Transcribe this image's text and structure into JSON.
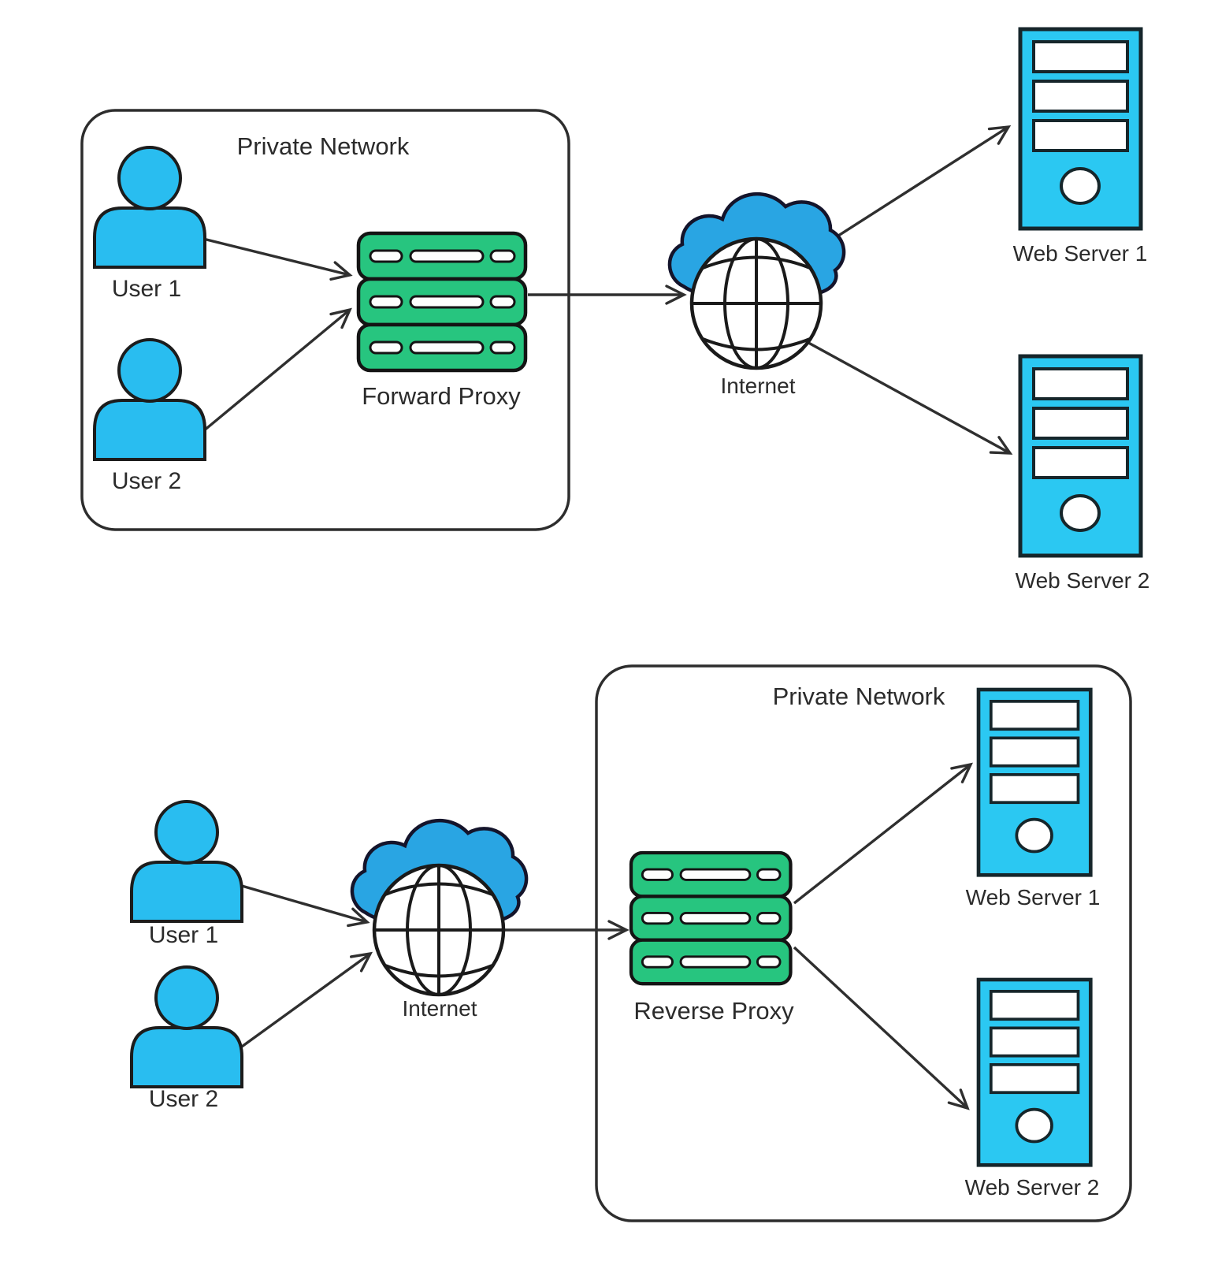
{
  "diagram": {
    "background": "#ffffff",
    "colors": {
      "user_fill": "#29bdf0",
      "web_server_fill": "#2bc8f2",
      "proxy_fill": "#27c57f",
      "cloud_fill": "#29a5e3",
      "outline": "#1c1c1c",
      "label_text": "#2b2b2b",
      "slot_fill": "#fdfefd"
    },
    "icons": {
      "user": "user-icon",
      "proxy": "server-stack-icon",
      "internet": "internet-cloud-globe-icon",
      "web_server": "server-tower-icon"
    },
    "forward_proxy_section": {
      "network_label": "Private Network",
      "user1_label": "User 1",
      "user2_label": "User 2",
      "proxy_label": "Forward Proxy",
      "internet_label": "Internet",
      "web_server1_label": "Web Server 1",
      "web_server2_label": "Web Server 2",
      "connections": [
        {
          "from": "User 1",
          "to": "Forward Proxy"
        },
        {
          "from": "User 2",
          "to": "Forward Proxy"
        },
        {
          "from": "Forward Proxy",
          "to": "Internet"
        },
        {
          "from": "Internet",
          "to": "Web Server 1"
        },
        {
          "from": "Internet",
          "to": "Web Server 2"
        }
      ]
    },
    "reverse_proxy_section": {
      "network_label": "Private Network",
      "user1_label": "User 1",
      "user2_label": "User 2",
      "internet_label": "Internet",
      "proxy_label": "Reverse Proxy",
      "web_server1_label": "Web Server 1",
      "web_server2_label": "Web Server 2",
      "connections": [
        {
          "from": "User 1",
          "to": "Internet"
        },
        {
          "from": "User 2",
          "to": "Internet"
        },
        {
          "from": "Internet",
          "to": "Reverse Proxy"
        },
        {
          "from": "Reverse Proxy",
          "to": "Web Server 1"
        },
        {
          "from": "Reverse Proxy",
          "to": "Web Server 2"
        }
      ]
    }
  }
}
